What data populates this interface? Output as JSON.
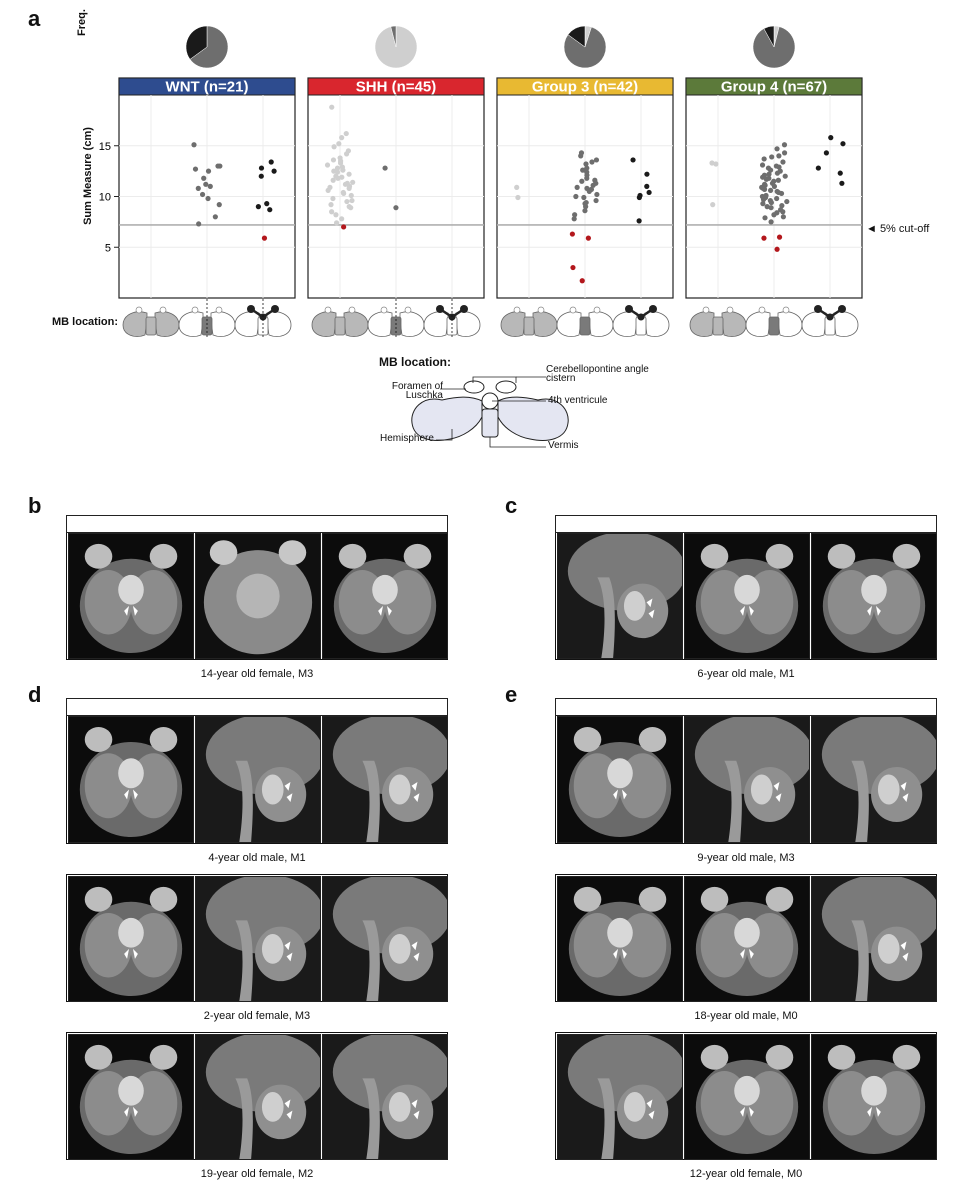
{
  "panel_labels": {
    "a": "a",
    "b": "b",
    "c": "c",
    "d": "d",
    "e": "e"
  },
  "freq_label": "Freq.",
  "y_axis_label": "Sum Measure (cm)",
  "mb_location_row_label": "MB location:",
  "cutoff_label": "◄ 5% cut-off",
  "colors": {
    "WNT": "#2E4C8F",
    "SHH": "#D9262E",
    "Group 3": "#E8B932",
    "Group 4": "#5C7A3A",
    "light": "#cfcfcf",
    "mid": "#6e6e6e",
    "dark": "#1a1a1a",
    "red": "#b3171c"
  },
  "schematic": {
    "title": "MB location:",
    "labels": {
      "cpa": "Cerebellopontine angle cistern",
      "foramen": "Foramen of Luschka",
      "ventricle": "4th ventricule",
      "hemisphere": "Hemisphere",
      "vermis": "Vermis"
    }
  },
  "chart_data": {
    "type": "scatter",
    "ylabel": "Sum Measure (cm)",
    "ylim": [
      0,
      20
    ],
    "yticks": [
      5,
      10,
      15
    ],
    "cutoff": 7.2,
    "x_categories": [
      "Hemisphere",
      "Vermis",
      "Foramen of Luschka / CPA"
    ],
    "groups": [
      {
        "name": "WNT (n=21)",
        "key": "WNT",
        "freq": [
          0,
          0.65,
          0.35
        ],
        "points": [
          {
            "loc": 1,
            "y": 15.1,
            "c": "mid"
          },
          {
            "loc": 1,
            "y": 13.0,
            "c": "mid"
          },
          {
            "loc": 1,
            "y": 12.7,
            "c": "mid"
          },
          {
            "loc": 1,
            "y": 12.5,
            "c": "mid"
          },
          {
            "loc": 1,
            "y": 11.8,
            "c": "mid"
          },
          {
            "loc": 1,
            "y": 11.2,
            "c": "mid"
          },
          {
            "loc": 1,
            "y": 11.0,
            "c": "mid"
          },
          {
            "loc": 1,
            "y": 10.8,
            "c": "mid"
          },
          {
            "loc": 1,
            "y": 10.2,
            "c": "mid"
          },
          {
            "loc": 1,
            "y": 9.8,
            "c": "mid"
          },
          {
            "loc": 1,
            "y": 9.2,
            "c": "mid"
          },
          {
            "loc": 1,
            "y": 8.0,
            "c": "mid"
          },
          {
            "loc": 1,
            "y": 7.3,
            "c": "mid"
          },
          {
            "loc": 1,
            "y": 13.0,
            "c": "mid"
          },
          {
            "loc": 2,
            "y": 13.4,
            "c": "dark"
          },
          {
            "loc": 2,
            "y": 12.8,
            "c": "dark"
          },
          {
            "loc": 2,
            "y": 12.5,
            "c": "dark"
          },
          {
            "loc": 2,
            "y": 12.0,
            "c": "dark"
          },
          {
            "loc": 2,
            "y": 9.3,
            "c": "dark"
          },
          {
            "loc": 2,
            "y": 9.0,
            "c": "dark"
          },
          {
            "loc": 2,
            "y": 8.7,
            "c": "dark"
          },
          {
            "loc": 2,
            "y": 5.9,
            "c": "red"
          }
        ]
      },
      {
        "name": "SHH (n=45)",
        "key": "SHH",
        "freq": [
          0.96,
          0.04,
          0
        ],
        "points": [
          {
            "loc": 0,
            "y": 18.8,
            "c": "light"
          },
          {
            "loc": 0,
            "y": 16.2,
            "c": "light"
          },
          {
            "loc": 0,
            "y": 15.8,
            "c": "light"
          },
          {
            "loc": 0,
            "y": 15.2,
            "c": "light"
          },
          {
            "loc": 0,
            "y": 14.9,
            "c": "light"
          },
          {
            "loc": 0,
            "y": 14.5,
            "c": "light"
          },
          {
            "loc": 0,
            "y": 14.2,
            "c": "light"
          },
          {
            "loc": 0,
            "y": 13.8,
            "c": "light"
          },
          {
            "loc": 0,
            "y": 13.5,
            "c": "light"
          },
          {
            "loc": 0,
            "y": 13.3,
            "c": "light"
          },
          {
            "loc": 0,
            "y": 13.1,
            "c": "light"
          },
          {
            "loc": 0,
            "y": 12.9,
            "c": "light"
          },
          {
            "loc": 0,
            "y": 12.6,
            "c": "light"
          },
          {
            "loc": 0,
            "y": 12.4,
            "c": "light"
          },
          {
            "loc": 0,
            "y": 12.2,
            "c": "light"
          },
          {
            "loc": 0,
            "y": 12.0,
            "c": "light"
          },
          {
            "loc": 0,
            "y": 11.8,
            "c": "light"
          },
          {
            "loc": 0,
            "y": 11.6,
            "c": "light"
          },
          {
            "loc": 0,
            "y": 11.4,
            "c": "light"
          },
          {
            "loc": 0,
            "y": 11.2,
            "c": "light"
          },
          {
            "loc": 0,
            "y": 11.0,
            "c": "light"
          },
          {
            "loc": 0,
            "y": 10.8,
            "c": "light"
          },
          {
            "loc": 0,
            "y": 10.6,
            "c": "light"
          },
          {
            "loc": 0,
            "y": 10.4,
            "c": "light"
          },
          {
            "loc": 0,
            "y": 10.1,
            "c": "light"
          },
          {
            "loc": 0,
            "y": 9.8,
            "c": "light"
          },
          {
            "loc": 0,
            "y": 9.5,
            "c": "light"
          },
          {
            "loc": 0,
            "y": 9.2,
            "c": "light"
          },
          {
            "loc": 0,
            "y": 8.9,
            "c": "light"
          },
          {
            "loc": 0,
            "y": 8.5,
            "c": "light"
          },
          {
            "loc": 0,
            "y": 8.2,
            "c": "light"
          },
          {
            "loc": 0,
            "y": 7.8,
            "c": "light"
          },
          {
            "loc": 0,
            "y": 7.4,
            "c": "light"
          },
          {
            "loc": 0,
            "y": 12.8,
            "c": "light"
          },
          {
            "loc": 0,
            "y": 11.9,
            "c": "light"
          },
          {
            "loc": 0,
            "y": 10.9,
            "c": "light"
          },
          {
            "loc": 0,
            "y": 10.3,
            "c": "light"
          },
          {
            "loc": 0,
            "y": 9.6,
            "c": "light"
          },
          {
            "loc": 0,
            "y": 13.6,
            "c": "light"
          },
          {
            "loc": 0,
            "y": 12.5,
            "c": "light"
          },
          {
            "loc": 0,
            "y": 11.3,
            "c": "light"
          },
          {
            "loc": 0,
            "y": 9.0,
            "c": "light"
          },
          {
            "loc": 0,
            "y": 7.0,
            "c": "red"
          },
          {
            "loc": 1,
            "y": 12.8,
            "c": "mid"
          },
          {
            "loc": 1,
            "y": 8.9,
            "c": "mid"
          }
        ]
      },
      {
        "name": "Group 3 (n=42)",
        "key": "Group 3",
        "freq": [
          0.05,
          0.8,
          0.15
        ],
        "points": [
          {
            "loc": 0,
            "y": 10.9,
            "c": "light"
          },
          {
            "loc": 0,
            "y": 9.9,
            "c": "light"
          },
          {
            "loc": 1,
            "y": 14.3,
            "c": "mid"
          },
          {
            "loc": 1,
            "y": 14.0,
            "c": "mid"
          },
          {
            "loc": 1,
            "y": 13.6,
            "c": "mid"
          },
          {
            "loc": 1,
            "y": 13.2,
            "c": "mid"
          },
          {
            "loc": 1,
            "y": 12.8,
            "c": "mid"
          },
          {
            "loc": 1,
            "y": 12.4,
            "c": "mid"
          },
          {
            "loc": 1,
            "y": 12.1,
            "c": "mid"
          },
          {
            "loc": 1,
            "y": 11.8,
            "c": "mid"
          },
          {
            "loc": 1,
            "y": 11.5,
            "c": "mid"
          },
          {
            "loc": 1,
            "y": 11.3,
            "c": "mid"
          },
          {
            "loc": 1,
            "y": 11.1,
            "c": "mid"
          },
          {
            "loc": 1,
            "y": 10.9,
            "c": "mid"
          },
          {
            "loc": 1,
            "y": 10.7,
            "c": "mid"
          },
          {
            "loc": 1,
            "y": 10.5,
            "c": "mid"
          },
          {
            "loc": 1,
            "y": 10.2,
            "c": "mid"
          },
          {
            "loc": 1,
            "y": 9.9,
            "c": "mid"
          },
          {
            "loc": 1,
            "y": 9.6,
            "c": "mid"
          },
          {
            "loc": 1,
            "y": 9.3,
            "c": "mid"
          },
          {
            "loc": 1,
            "y": 9.0,
            "c": "mid"
          },
          {
            "loc": 1,
            "y": 8.6,
            "c": "mid"
          },
          {
            "loc": 1,
            "y": 8.2,
            "c": "mid"
          },
          {
            "loc": 1,
            "y": 7.8,
            "c": "mid"
          },
          {
            "loc": 1,
            "y": 12.6,
            "c": "mid"
          },
          {
            "loc": 1,
            "y": 11.6,
            "c": "mid"
          },
          {
            "loc": 1,
            "y": 10.8,
            "c": "mid"
          },
          {
            "loc": 1,
            "y": 10.0,
            "c": "mid"
          },
          {
            "loc": 1,
            "y": 9.4,
            "c": "mid"
          },
          {
            "loc": 1,
            "y": 13.4,
            "c": "mid"
          },
          {
            "loc": 1,
            "y": 6.3,
            "c": "red"
          },
          {
            "loc": 1,
            "y": 5.9,
            "c": "red"
          },
          {
            "loc": 1,
            "y": 3.0,
            "c": "red"
          },
          {
            "loc": 1,
            "y": 1.7,
            "c": "red"
          },
          {
            "loc": 2,
            "y": 13.6,
            "c": "dark"
          },
          {
            "loc": 2,
            "y": 12.2,
            "c": "dark"
          },
          {
            "loc": 2,
            "y": 11.0,
            "c": "dark"
          },
          {
            "loc": 2,
            "y": 10.4,
            "c": "dark"
          },
          {
            "loc": 2,
            "y": 10.1,
            "c": "dark"
          },
          {
            "loc": 2,
            "y": 9.9,
            "c": "dark"
          },
          {
            "loc": 2,
            "y": 7.6,
            "c": "dark"
          }
        ]
      },
      {
        "name": "Group 4 (n=67)",
        "key": "Group 4",
        "freq": [
          0.04,
          0.88,
          0.08
        ],
        "points": [
          {
            "loc": 0,
            "y": 13.3,
            "c": "light"
          },
          {
            "loc": 0,
            "y": 13.2,
            "c": "light"
          },
          {
            "loc": 0,
            "y": 9.2,
            "c": "light"
          },
          {
            "loc": 1,
            "y": 15.1,
            "c": "mid"
          },
          {
            "loc": 1,
            "y": 14.7,
            "c": "mid"
          },
          {
            "loc": 1,
            "y": 14.3,
            "c": "mid"
          },
          {
            "loc": 1,
            "y": 14.0,
            "c": "mid"
          },
          {
            "loc": 1,
            "y": 13.7,
            "c": "mid"
          },
          {
            "loc": 1,
            "y": 13.4,
            "c": "mid"
          },
          {
            "loc": 1,
            "y": 13.1,
            "c": "mid"
          },
          {
            "loc": 1,
            "y": 12.8,
            "c": "mid"
          },
          {
            "loc": 1,
            "y": 12.5,
            "c": "mid"
          },
          {
            "loc": 1,
            "y": 12.3,
            "c": "mid"
          },
          {
            "loc": 1,
            "y": 12.1,
            "c": "mid"
          },
          {
            "loc": 1,
            "y": 11.9,
            "c": "mid"
          },
          {
            "loc": 1,
            "y": 11.7,
            "c": "mid"
          },
          {
            "loc": 1,
            "y": 11.5,
            "c": "mid"
          },
          {
            "loc": 1,
            "y": 11.3,
            "c": "mid"
          },
          {
            "loc": 1,
            "y": 11.1,
            "c": "mid"
          },
          {
            "loc": 1,
            "y": 10.9,
            "c": "mid"
          },
          {
            "loc": 1,
            "y": 10.7,
            "c": "mid"
          },
          {
            "loc": 1,
            "y": 10.5,
            "c": "mid"
          },
          {
            "loc": 1,
            "y": 10.3,
            "c": "mid"
          },
          {
            "loc": 1,
            "y": 10.1,
            "c": "mid"
          },
          {
            "loc": 1,
            "y": 9.9,
            "c": "mid"
          },
          {
            "loc": 1,
            "y": 9.7,
            "c": "mid"
          },
          {
            "loc": 1,
            "y": 9.5,
            "c": "mid"
          },
          {
            "loc": 1,
            "y": 9.3,
            "c": "mid"
          },
          {
            "loc": 1,
            "y": 9.1,
            "c": "mid"
          },
          {
            "loc": 1,
            "y": 8.9,
            "c": "mid"
          },
          {
            "loc": 1,
            "y": 8.7,
            "c": "mid"
          },
          {
            "loc": 1,
            "y": 8.5,
            "c": "mid"
          },
          {
            "loc": 1,
            "y": 8.2,
            "c": "mid"
          },
          {
            "loc": 1,
            "y": 7.9,
            "c": "mid"
          },
          {
            "loc": 1,
            "y": 7.5,
            "c": "mid"
          },
          {
            "loc": 1,
            "y": 12.9,
            "c": "mid"
          },
          {
            "loc": 1,
            "y": 12.0,
            "c": "mid"
          },
          {
            "loc": 1,
            "y": 11.2,
            "c": "mid"
          },
          {
            "loc": 1,
            "y": 10.4,
            "c": "mid"
          },
          {
            "loc": 1,
            "y": 9.6,
            "c": "mid"
          },
          {
            "loc": 1,
            "y": 12.6,
            "c": "mid"
          },
          {
            "loc": 1,
            "y": 11.6,
            "c": "mid"
          },
          {
            "loc": 1,
            "y": 10.8,
            "c": "mid"
          },
          {
            "loc": 1,
            "y": 10.0,
            "c": "mid"
          },
          {
            "loc": 1,
            "y": 9.0,
            "c": "mid"
          },
          {
            "loc": 1,
            "y": 13.9,
            "c": "mid"
          },
          {
            "loc": 1,
            "y": 11.8,
            "c": "mid"
          },
          {
            "loc": 1,
            "y": 10.6,
            "c": "mid"
          },
          {
            "loc": 1,
            "y": 9.4,
            "c": "mid"
          },
          {
            "loc": 1,
            "y": 8.4,
            "c": "mid"
          },
          {
            "loc": 1,
            "y": 12.2,
            "c": "mid"
          },
          {
            "loc": 1,
            "y": 11.0,
            "c": "mid"
          },
          {
            "loc": 1,
            "y": 9.8,
            "c": "mid"
          },
          {
            "loc": 1,
            "y": 13.0,
            "c": "mid"
          },
          {
            "loc": 1,
            "y": 8.0,
            "c": "mid"
          },
          {
            "loc": 1,
            "y": 6.0,
            "c": "red"
          },
          {
            "loc": 1,
            "y": 5.9,
            "c": "red"
          },
          {
            "loc": 1,
            "y": 4.8,
            "c": "red"
          },
          {
            "loc": 2,
            "y": 15.8,
            "c": "dark"
          },
          {
            "loc": 2,
            "y": 15.2,
            "c": "dark"
          },
          {
            "loc": 2,
            "y": 14.3,
            "c": "dark"
          },
          {
            "loc": 2,
            "y": 12.8,
            "c": "dark"
          },
          {
            "loc": 2,
            "y": 12.3,
            "c": "dark"
          },
          {
            "loc": 2,
            "y": 11.3,
            "c": "dark"
          }
        ]
      }
    ]
  },
  "mri_panels": [
    {
      "key": "b",
      "title": "WNT",
      "color": "#2E4C8F",
      "caption": "14-year old female, M3",
      "rows": 1
    },
    {
      "key": "c",
      "title": "SHH",
      "color": "#D9262E",
      "caption": "6-year old male, M1",
      "rows": 1
    },
    {
      "key": "d",
      "title": "Group 3",
      "color": "#E8B932",
      "captions": [
        "4-year old male, M1",
        "2-year old female, M3",
        "19-year old female, M2"
      ]
    },
    {
      "key": "e",
      "title": "Group 4",
      "color": "#5C7A3A",
      "captions": [
        "9-year old male, M3",
        "18-year old male, M0",
        "12-year old female, M0"
      ]
    }
  ]
}
